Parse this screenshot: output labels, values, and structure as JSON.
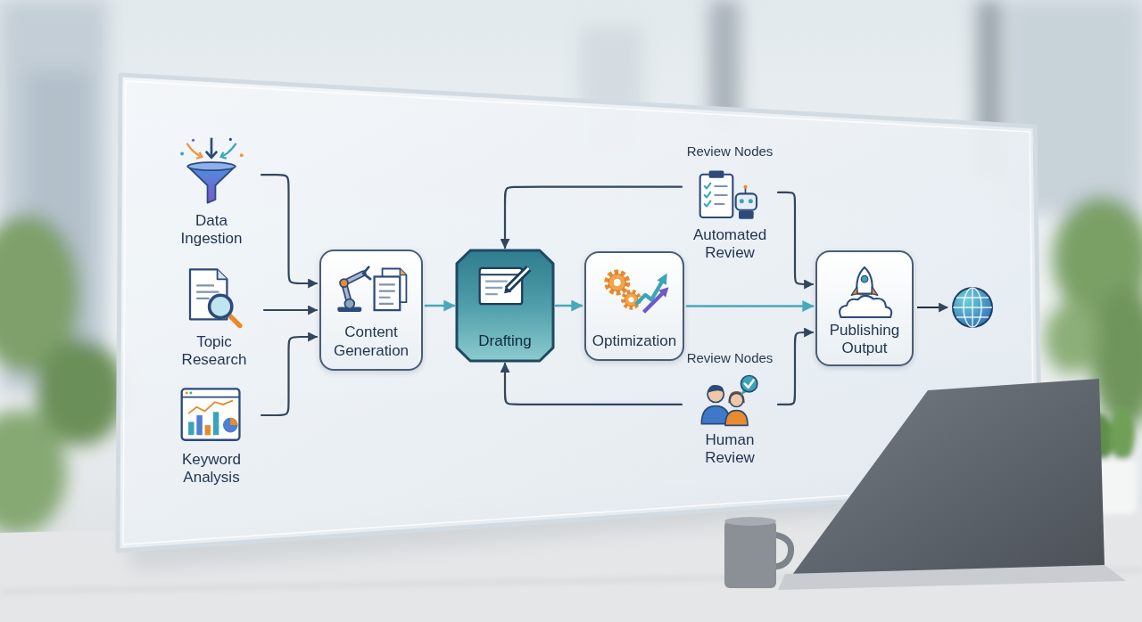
{
  "diagram": {
    "nodes": [
      {
        "text": [
          "Data Ingestion"
        ]
      },
      {
        "text": [
          "Topic Research"
        ]
      },
      {
        "text": [
          "Keyword Analysis"
        ]
      },
      {
        "text": [
          "Content Generation"
        ]
      },
      {
        "text": [
          "Drafting"
        ]
      },
      {
        "text": [
          "Automated Review"
        ]
      },
      {
        "text": [
          "Optimization"
        ]
      },
      {
        "text": [
          "Human Review"
        ]
      },
      {
        "text": [
          "Publishing Output"
        ]
      }
    ],
    "edges": [
      {
        "from": 0,
        "to": 3,
        "arrow": "to"
      },
      {
        "from": 1,
        "to": 3,
        "arrow": "to"
      },
      {
        "from": 2,
        "to": 3,
        "arrow": "to"
      },
      {
        "from": 3,
        "to": 4,
        "arrow": "to"
      },
      {
        "from": 4,
        "to": 6,
        "arrow": "to"
      },
      {
        "from": 5,
        "to": 4,
        "arrow": "to"
      },
      {
        "from": 5,
        "to": 8,
        "arrow": "to"
      },
      {
        "from": 6,
        "to": 8,
        "arrow": "to"
      },
      {
        "from": 7,
        "to": 4,
        "arrow": "to"
      },
      {
        "from": 7,
        "to": 8,
        "arrow": "to"
      }
    ],
    "labels": [
      "Review Nodes",
      "Review Nodes"
    ]
  }
}
